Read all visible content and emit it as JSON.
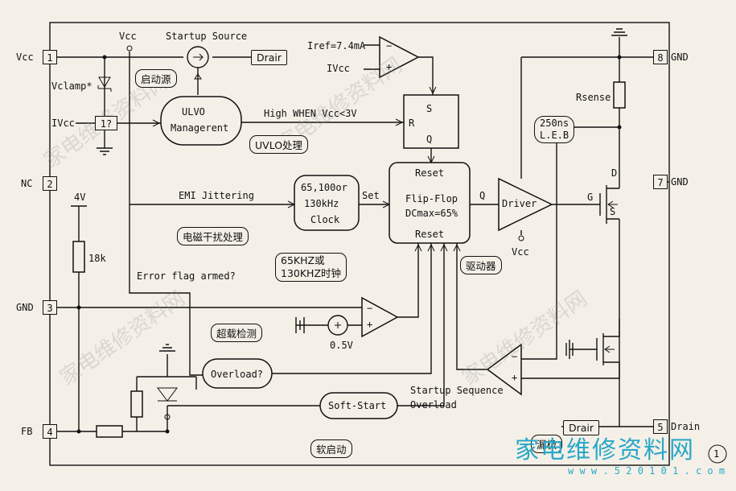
{
  "pins": {
    "p1": {
      "num": "1",
      "name": "Vcc"
    },
    "p2": {
      "num": "2",
      "name": "NC"
    },
    "p3": {
      "num": "3",
      "name": "GND"
    },
    "p4": {
      "num": "4",
      "name": "FB"
    },
    "p5": {
      "num": "5",
      "name": "Drain"
    },
    "p7": {
      "num": "7",
      "name": "GND"
    },
    "p8": {
      "num": "8",
      "name": "GND"
    }
  },
  "labels": {
    "vcc_top": "Vcc",
    "startup_source": "Startup Source",
    "drain_tag": "Drair",
    "vclamp": "Vclamp*",
    "ivcc_left": "IVcc",
    "one_q": "1?",
    "uvlo_line1": "ULVO",
    "uvlo_line2": "Managerent",
    "high_when": "High WHEN Vcc<3V",
    "iref": "Iref=7.4mA",
    "ivcc_comp": "IVcc",
    "s": "S",
    "r": "R",
    "q_sr": "Q",
    "rsense": "Rsense",
    "leb_1": "250ns",
    "leb_2": "L.E.B",
    "d": "D",
    "g": "G",
    "s_fet": "S",
    "v4": "4V",
    "r18k": "18k",
    "emi": "EMI Jittering",
    "clock_1": "65,100or",
    "clock_2": "130kHz",
    "clock_3": "Clock",
    "set": "Set",
    "ff_reset_top": "Reset",
    "ff_1": "Flip-Flop",
    "ff_2": "DCmax=65%",
    "ff_reset_bot": "Reset",
    "q_ff": "Q",
    "driver": "Driver",
    "vcc_driver": "Vcc",
    "error_flag": "Error flag armed?",
    "v05": "0.5V",
    "overload": "Overload?",
    "softstart": "Soft-Start",
    "startup_seq": "Startup Sequence",
    "overload2": "Overload",
    "drain_bottom": "Drain",
    "circle_num": "1"
  },
  "callouts": {
    "qidongyuan": "启动源",
    "uvlo_proc": "UVLO处理",
    "emi_proc": "电磁干扰处理",
    "clock_cn_1": "65KHZ或",
    "clock_cn_2": "130KHZ时钟",
    "driver_cn": "驱动器",
    "overload_cn": "超载检测",
    "softstart_cn": "软启动",
    "drain_cn": "漏极"
  },
  "brand": {
    "cn": "家电维修资料网",
    "url": "w w w . 5 2 0 1 0 1 . c o m"
  }
}
